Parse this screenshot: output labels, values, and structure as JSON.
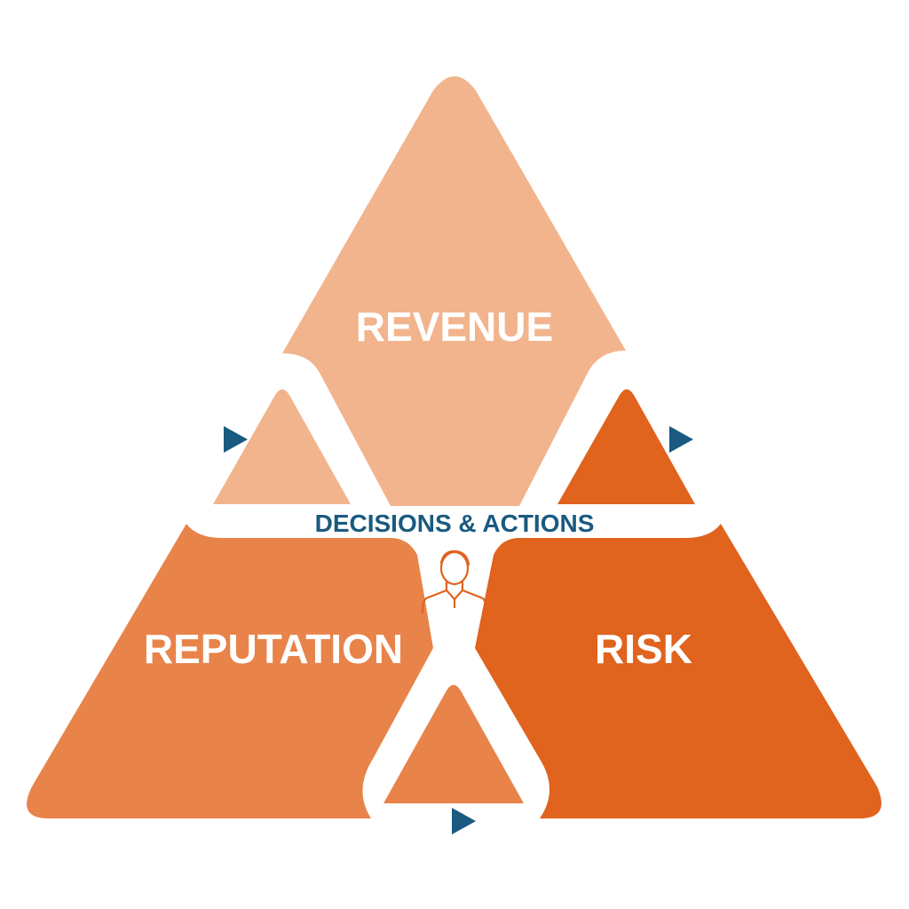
{
  "diagram": {
    "segments": {
      "revenue": {
        "label": "REVENUE",
        "color": "#F2B48D"
      },
      "reputation": {
        "label": "REPUTATION",
        "color": "#E8834A"
      },
      "risk": {
        "label": "RISK",
        "color": "#E0631E"
      }
    },
    "connectors": {
      "left_color": "#F2B48D",
      "right_color": "#E0631E",
      "bottom_color": "#E8834A"
    },
    "center_label": "DECISIONS & ACTIONS",
    "center_label_color": "#1A5A80",
    "arrow_color": "#1A5A80",
    "icon_color": "#E0631E",
    "center_icon": "person-icon",
    "arrow_icon": "play-arrow-icon"
  }
}
